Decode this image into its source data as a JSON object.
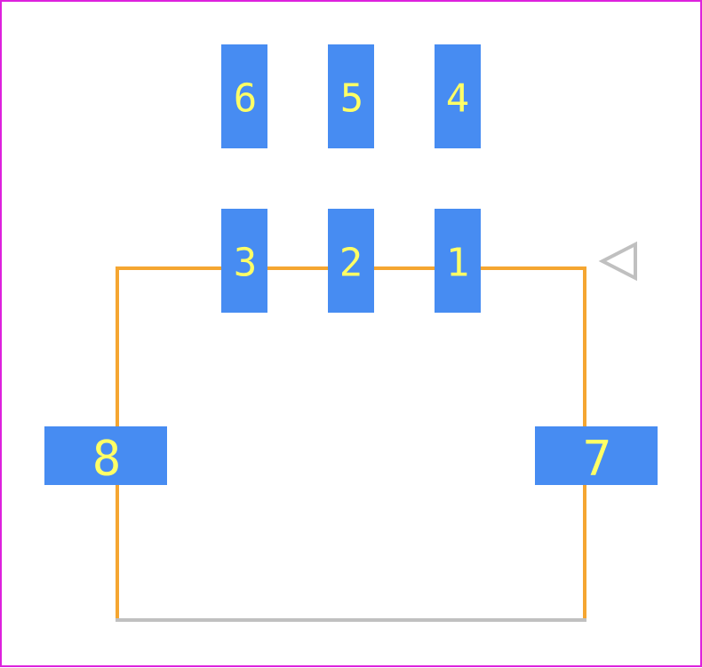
{
  "colors": {
    "border": "#dd22dd",
    "pad": "#478cf2",
    "pad_label": "#ffff66",
    "trace": "#f5a631",
    "silkscreen": "#c0c0c0",
    "background": "#ffffff"
  },
  "pads": {
    "p1": {
      "label": "1"
    },
    "p2": {
      "label": "2"
    },
    "p3": {
      "label": "3"
    },
    "p4": {
      "label": "4"
    },
    "p5": {
      "label": "5"
    },
    "p6": {
      "label": "6"
    },
    "p7": {
      "label": "7"
    },
    "p8": {
      "label": "8"
    }
  },
  "marker": {
    "icon": "pin1-triangle-icon"
  }
}
